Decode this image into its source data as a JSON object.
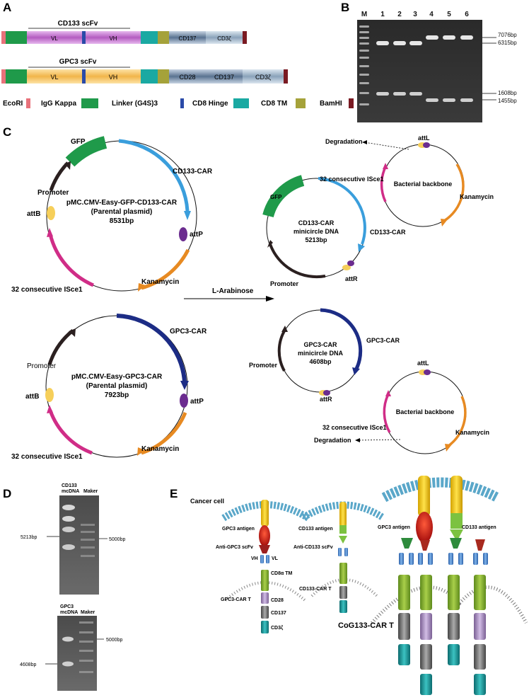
{
  "panels": {
    "a": "A",
    "b": "B",
    "c": "C",
    "d": "D",
    "e": "E"
  },
  "a": {
    "cd133_title": "CD133 scFv",
    "gpc3_title": "GPC3 scFv",
    "row1": [
      "VL",
      "VH",
      "CD137",
      "CD3ζ"
    ],
    "row2": [
      "VL",
      "VH",
      "CD28",
      "CD137",
      "CD3ζ"
    ],
    "legend": [
      {
        "label": "EcoRI",
        "color": "#e8717a"
      },
      {
        "label": "IgG Kappa",
        "color": "#1f9a4a"
      },
      {
        "label": "Linker (G4S)3",
        "color": "#2a4aa8"
      },
      {
        "label": "CD8 Hinge",
        "color": "#1aa9a2"
      },
      {
        "label": "CD8 TM",
        "color": "#a5a23a"
      },
      {
        "label": "BamHI",
        "color": "#7a1a22"
      }
    ]
  },
  "b": {
    "lanes": [
      "M",
      "1",
      "2",
      "3",
      "4",
      "5",
      "6"
    ],
    "sizes": [
      "7076bp",
      "6315bp",
      "1608bp",
      "1455bp"
    ]
  },
  "c": {
    "p1": {
      "name": "pMC.CMV-Easy-GFP-CD133-CAR",
      "sub": "(Parental plasmid)",
      "size": "8531bp"
    },
    "p2": {
      "name": "pMC.CMV-Easy-GPC3-CAR",
      "sub": "(Parental plasmid)",
      "size": "7923bp"
    },
    "labels": {
      "gfp": "GFP",
      "cd133car": "CD133-CAR",
      "gpc3car": "GPC3-CAR",
      "promoter": "Promoter",
      "attb": "attB",
      "attp": "attP",
      "attl": "attL",
      "attr": "attR",
      "kana": "Kanamycin",
      "isce": "32 consecutive ISce1",
      "degr": "Degradation",
      "backbone": "Bacterial backbone",
      "arab": "L-Arabinose"
    },
    "mc1": {
      "name": "CD133-CAR",
      "sub": "minicircle DNA",
      "size": "5213bp"
    },
    "mc2": {
      "name": "GPC3-CAR",
      "sub": "minicircle DNA",
      "size": "4608bp"
    }
  },
  "d": {
    "g1": {
      "lane1": "CD133",
      "lane1b": "mcDNA",
      "lane2": "Maker",
      "left": "5213bp",
      "right": "5000bp"
    },
    "g2": {
      "lane1": "GPC3",
      "lane1b": "mcDNA",
      "lane2": "Maker",
      "left": "4608bp",
      "right": "5000bp"
    }
  },
  "e": {
    "cancer": "Cancer cell",
    "gpc3ag": "GPC3 antigen",
    "antigpc3": "Anti-GPC3 scFv",
    "vl": "VL",
    "vh": "VH",
    "cd8tm": "CD8α TM",
    "cd28": "CD28",
    "cd137": "CD137",
    "cd3z": "CD3ζ",
    "gpc3cart": "GPC3-CAR T",
    "cd133ag": "CD133 antigen",
    "anticd133": "Anti-CD133 scFv",
    "cd133cart": "CD133-CAR T",
    "gpc3ag2": "GPC3 antigen",
    "cd133ag2": "CD133 antigen",
    "cog": "CoG133-CAR T"
  }
}
